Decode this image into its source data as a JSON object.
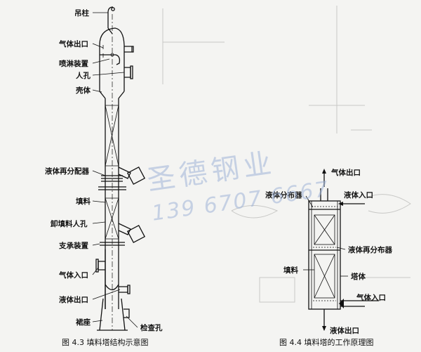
{
  "left_diagram": {
    "labels": {
      "lifting_post": "吊柱",
      "gas_outlet": "气体出口",
      "spray_device": "喷淋装置",
      "manhole": "人孔",
      "shell": "壳体",
      "liquid_redistributor": "液体再分配器",
      "packing": "填料",
      "unloading_manhole": "卸填料人孔",
      "support_device": "支承装置",
      "gas_inlet": "气体入口",
      "liquid_outlet": "液体出口",
      "skirt": "裙座",
      "inspection_hole": "检查孔"
    },
    "caption": "图 4.3    填料塔结构示意图"
  },
  "right_diagram": {
    "labels": {
      "gas_outlet": "气体出口",
      "liquid_distributor": "液体分布器",
      "liquid_inlet": "液体入口",
      "liquid_redistributor": "液体再分布器",
      "packing": "填料",
      "tower_body": "塔体",
      "gas_inlet": "气体入口",
      "liquid_outlet": "液体出口"
    },
    "caption": "图 4.4    填料塔的工作原理图"
  },
  "watermark": {
    "company": "圣德钢业",
    "phone": "139 6707 6667"
  }
}
